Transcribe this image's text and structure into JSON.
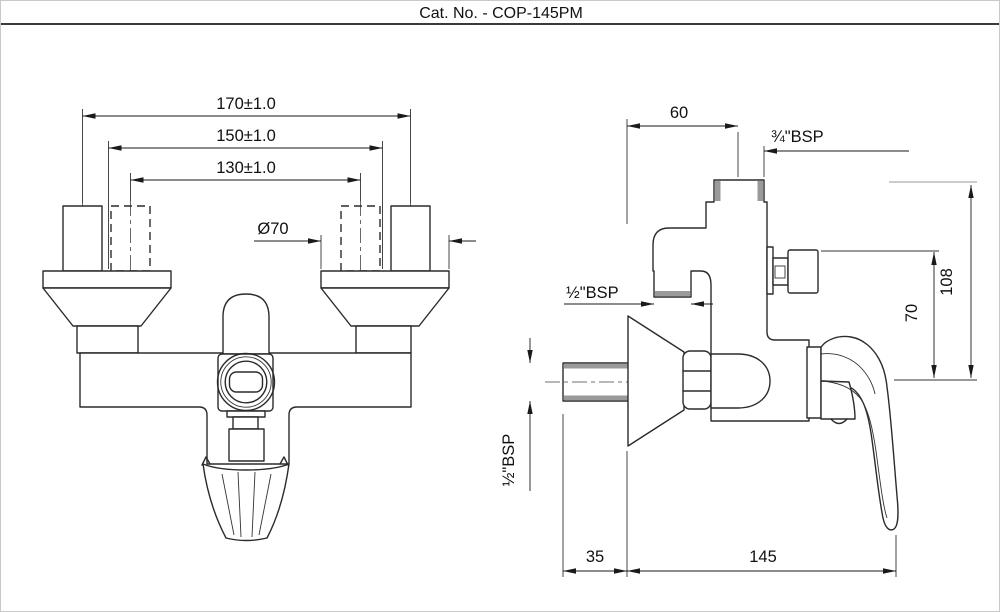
{
  "title": "Cat. No. - COP-145PM",
  "front_view": {
    "dim_outer_centers": "170±1.0",
    "dim_mid_centers": "150±1.0",
    "dim_inner_centers": "130±1.0",
    "dim_flange_diameter": "Ø70"
  },
  "side_view": {
    "dim_wall_to_outlet": "60",
    "label_top_outlet_thread": "¾\"BSP",
    "label_spout_outlet_thread": "½\"BSP",
    "label_inlet_thread": "½\"BSP",
    "dim_height_overall": "108",
    "dim_height_outlet": "70",
    "dim_inlet_projection": "35",
    "dim_wall_to_handle": "145"
  }
}
